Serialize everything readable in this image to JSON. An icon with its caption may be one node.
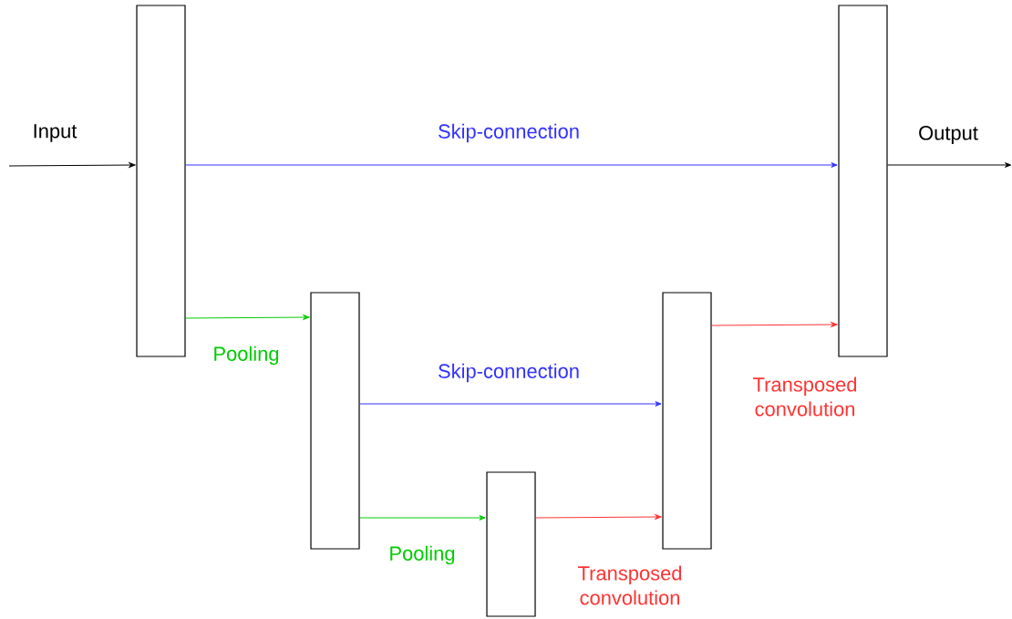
{
  "diagram": {
    "nodes": [
      {
        "text": [],
        "shape": "box"
      },
      {
        "text": [],
        "shape": "box"
      },
      {
        "text": [],
        "shape": "box"
      },
      {
        "text": [],
        "shape": "box"
      },
      {
        "text": [],
        "shape": "box"
      }
    ],
    "edges": [
      {
        "from": null,
        "to": 0,
        "arrow": "to",
        "label": "Input"
      },
      {
        "from": 0,
        "to": 4,
        "arrow": "to",
        "label": "Skip-connection",
        "color": "#3333ff"
      },
      {
        "from": 4,
        "to": null,
        "arrow": "to",
        "label": "Output"
      },
      {
        "from": 0,
        "to": 1,
        "arrow": "to",
        "label": "Pooling",
        "color": "#00cc00"
      },
      {
        "from": 1,
        "to": 3,
        "arrow": "to",
        "label": "Skip-connection",
        "color": "#3333ff"
      },
      {
        "from": 1,
        "to": 2,
        "arrow": "to",
        "label": "Pooling",
        "color": "#00cc00"
      },
      {
        "from": 2,
        "to": 3,
        "arrow": "to",
        "label": "Transposed convolution",
        "color": "#ff3333"
      },
      {
        "from": 3,
        "to": 4,
        "arrow": "to",
        "label": "Transposed convolution",
        "color": "#ff3333"
      }
    ]
  }
}
